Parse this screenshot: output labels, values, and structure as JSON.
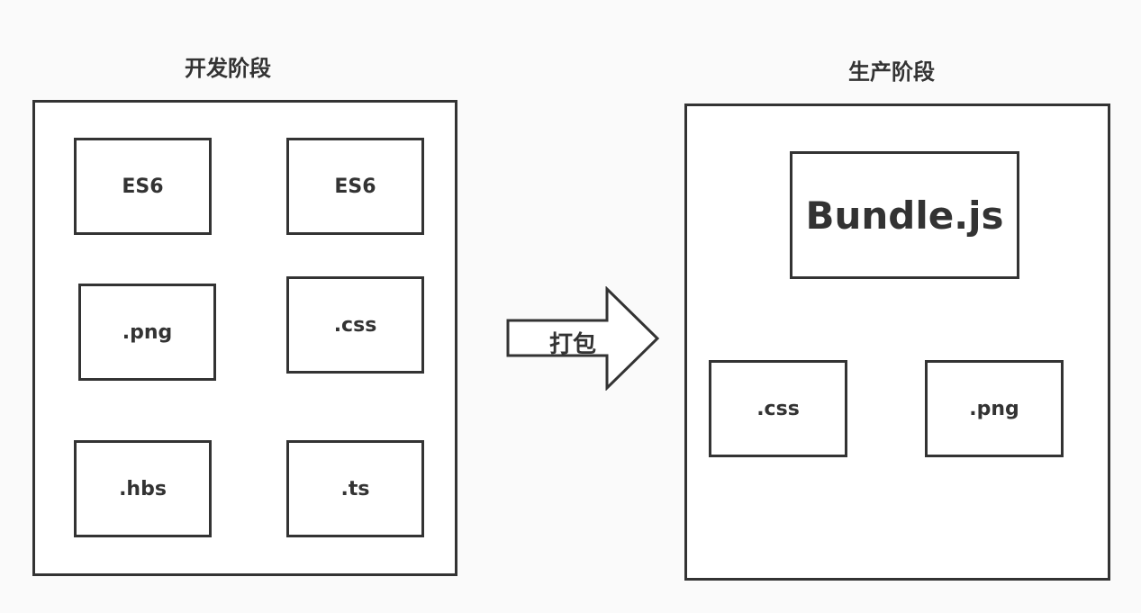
{
  "dev_stage": {
    "title": "开发阶段",
    "files": [
      {
        "label": "ES6"
      },
      {
        "label": "ES6"
      },
      {
        "label": ".png"
      },
      {
        "label": ".css"
      },
      {
        "label": ".hbs"
      },
      {
        "label": ".ts"
      }
    ]
  },
  "process": {
    "label": "打包"
  },
  "prod_stage": {
    "title": "生产阶段",
    "bundle": {
      "label": "Bundle.js"
    },
    "files": [
      {
        "label": ".css"
      },
      {
        "label": ".png"
      }
    ]
  },
  "colors": {
    "stroke": "#333333",
    "background": "#fafafa",
    "box_fill": "#ffffff"
  }
}
